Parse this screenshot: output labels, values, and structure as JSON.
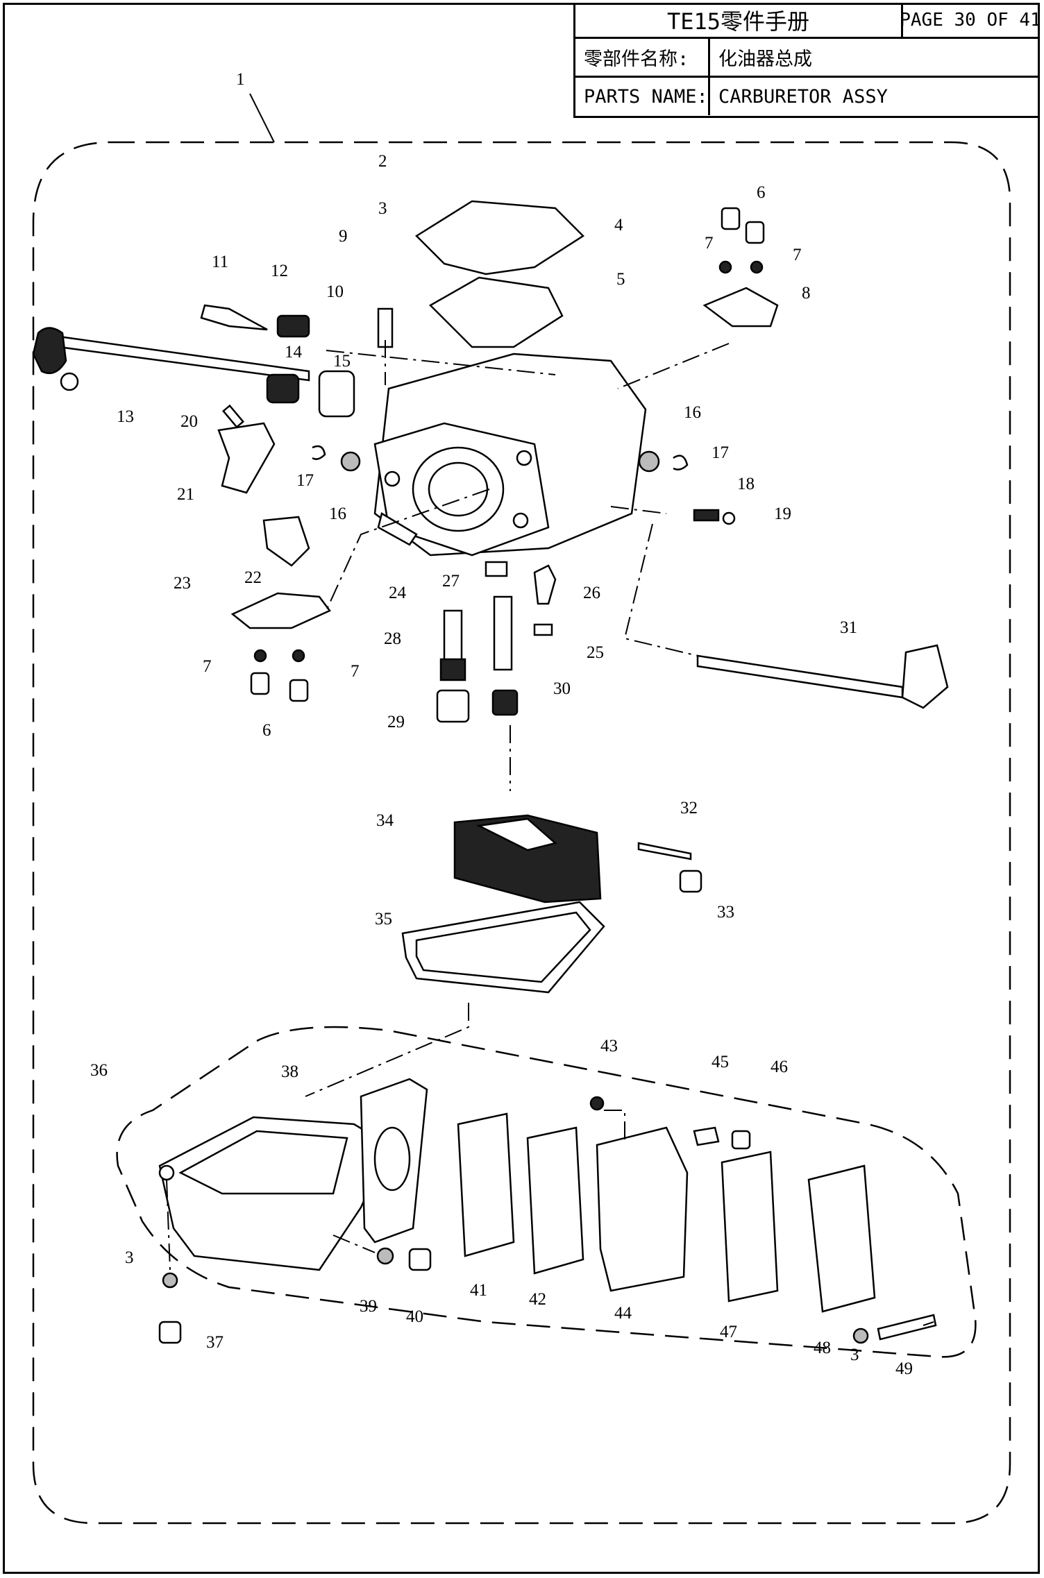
{
  "header": {
    "manual_title": "TE15零件手册",
    "page": "PAGE 30 OF 41",
    "name_label_cn": "零部件名称:",
    "name_value_cn": "化油器总成",
    "name_label_en": "PARTS NAME:",
    "name_value_en": "CARBURETOR ASSY"
  },
  "callouts": [
    "1",
    "2",
    "3",
    "4",
    "5",
    "6",
    "7",
    "7",
    "8",
    "9",
    "10",
    "11",
    "12",
    "13",
    "14",
    "15",
    "16",
    "16",
    "17",
    "17",
    "18",
    "19",
    "20",
    "21",
    "22",
    "23",
    "7",
    "7",
    "6",
    "24",
    "27",
    "26",
    "28",
    "25",
    "29",
    "30",
    "31",
    "34",
    "32",
    "33",
    "35",
    "36",
    "38",
    "43",
    "45",
    "46",
    "3",
    "37",
    "39",
    "40",
    "41",
    "42",
    "44",
    "47",
    "48",
    "3",
    "49"
  ]
}
